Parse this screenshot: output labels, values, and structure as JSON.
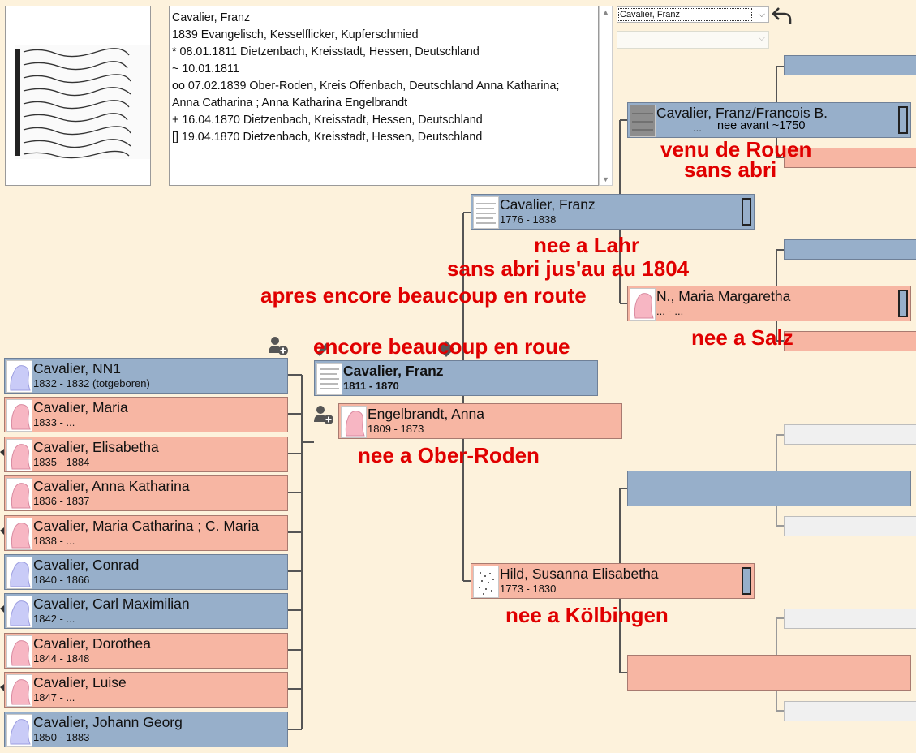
{
  "details": {
    "lines": [
      "Cavalier, Franz",
      "1839 Evangelisch, Kesselflicker, Kupferschmied",
      "* 08.01.1811 Dietzenbach, Kreisstadt, Hessen, Deutschland",
      "~ 10.01.1811",
      "oo 07.02.1839 Ober-Roden, Kreis Offenbach, Deutschland Anna Katharina;",
      "Anna Catharina ; Anna   Katharina Engelbrandt",
      "+ 16.04.1870 Dietzenbach, Kreisstadt, Hessen, Deutschland",
      "[] 19.04.1870 Dietzenbach, Kreisstadt, Hessen, Deutschland"
    ]
  },
  "selector": {
    "selected": "Cavalier, Franz"
  },
  "focus": {
    "name": "Cavalier, Franz",
    "dates": "1811 - 1870"
  },
  "spouse": {
    "name": "Engelbrandt, Anna",
    "dates": "1809 - 1873"
  },
  "father": {
    "name": "Cavalier, Franz",
    "dates": "1776 - 1838"
  },
  "mother": {
    "name": "Hild, Susanna Elisabetha",
    "dates": "1773 - 1830"
  },
  "paternal_grandfather": {
    "name": "Cavalier, Franz/Francois B.",
    "dates": "...",
    "extra": "nee avant ~1750"
  },
  "paternal_grandmother": {
    "name": "N., Maria Margaretha",
    "dates": "... - ..."
  },
  "children": [
    {
      "name": "Cavalier, NN1",
      "dates": "1832 - 1832 (totgeboren)",
      "sex": "male"
    },
    {
      "name": "Cavalier, Maria",
      "dates": "1833 - ...",
      "sex": "female"
    },
    {
      "name": "Cavalier, Elisabetha",
      "dates": "1835 - 1884",
      "sex": "female"
    },
    {
      "name": "Cavalier, Anna Katharina",
      "dates": "1836 - 1837",
      "sex": "female"
    },
    {
      "name": "Cavalier, Maria Catharina ; C. Maria",
      "dates": "1838 - ...",
      "sex": "female"
    },
    {
      "name": "Cavalier, Conrad",
      "dates": "1840 - 1866",
      "sex": "male"
    },
    {
      "name": "Cavalier, Carl Maximilian",
      "dates": "1842 - ...",
      "sex": "male"
    },
    {
      "name": "Cavalier, Dorothea",
      "dates": "1844 - 1848",
      "sex": "female"
    },
    {
      "name": "Cavalier, Luise",
      "dates": "1847 - ...",
      "sex": "female"
    },
    {
      "name": "Cavalier, Johann Georg",
      "dates": "1850 - 1883",
      "sex": "male"
    }
  ],
  "annotations": {
    "rouen_1": "venu de Rouen",
    "rouen_2": "sans abri",
    "lahr_1": "nee a Lahr",
    "lahr_2": "sans abri jus'au au 1804",
    "route": "apres encore beaucoup en route",
    "salz": "nee a Salz",
    "roue": "encore beaucoup en roue",
    "ober_roden": "nee a Ober-Roden",
    "kolbingen": "nee a Kölbingen"
  },
  "colors": {
    "background": "#fdf2dc",
    "male": "#97afca",
    "female": "#f7b6a3",
    "annotation": "#e00000",
    "empty": "#f0f0f0"
  },
  "icons": [
    "back-arrow-icon",
    "add-person-icon",
    "male-silhouette-icon",
    "female-silhouette-icon",
    "document-thumbnail-icon"
  ]
}
